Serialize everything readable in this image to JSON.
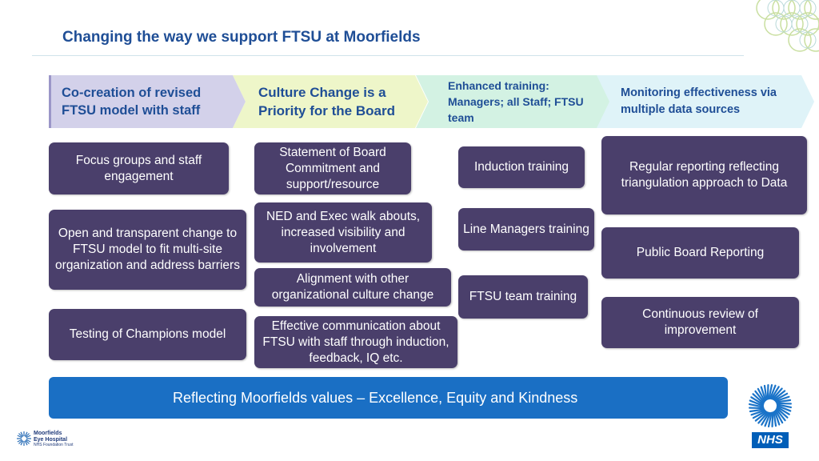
{
  "title": "Changing the way we support FTSU at Moorfields",
  "colors": {
    "title": "#1f4e96",
    "box": "#4a3f6b",
    "bar": "#1a6fc4",
    "chevron1": "#d3d1ea",
    "chevron2": "#eef6c9",
    "chevron3": "#d3f2e3",
    "chevron4": "#dff3f8"
  },
  "columns": [
    {
      "heading": "Co-creation of revised FTSU model with staff",
      "items": [
        "Focus groups and staff engagement",
        "Open and transparent change to FTSU model to fit multi-site organization and address barriers",
        "Testing of Champions model"
      ]
    },
    {
      "heading": "Culture Change is a Priority for the Board",
      "items": [
        "Statement of Board Commitment and support/resource",
        "NED and Exec walk abouts, increased visibility and involvement",
        "Alignment with other organizational culture change",
        "Effective communication about FTSU with staff through induction, feedback, IQ etc."
      ]
    },
    {
      "heading": "Enhanced training: Managers; all Staff; FTSU team",
      "items": [
        "Induction training",
        "Line Managers training",
        "FTSU team training"
      ]
    },
    {
      "heading": "Monitoring effectiveness via multiple data sources",
      "items": [
        "Regular reporting reflecting triangulation approach to Data",
        "Public Board Reporting",
        "Continuous review of improvement"
      ]
    }
  ],
  "values_bar": "Reflecting Moorfields values – Excellence, Equity and Kindness",
  "logo": {
    "line1": "Moorfields",
    "line2": "Eye Hospital",
    "line3": "NHS Foundation Trust"
  },
  "nhs_badge": "NHS"
}
